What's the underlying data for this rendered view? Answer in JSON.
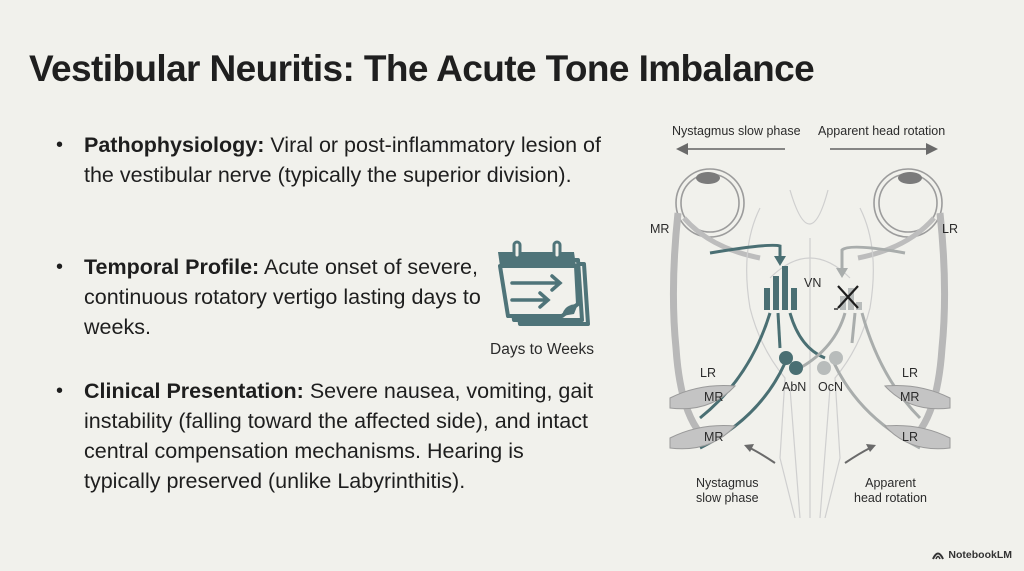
{
  "slide": {
    "title": "Vestibular Neuritis: The Acute Tone Imbalance",
    "bullets": [
      {
        "term": "Pathophysiology:",
        "text": " Viral or post-inflammatory lesion of the vestibular nerve (typically the superior division)."
      },
      {
        "term": "Temporal Profile:",
        "text": " Acute onset of severe, continuous rotatory vertigo lasting days to weeks."
      },
      {
        "term": "Clinical Presentation:",
        "text": " Severe nausea, vomiting, gait instability (falling toward the affected side), and intact central compensation mechanisms. Hearing is typically preserved (unlike Labyrinthitis)."
      }
    ],
    "calendar": {
      "icon": "calendar-arrows-icon",
      "label": "Days to Weeks",
      "color": "#4f7479"
    }
  },
  "diagram": {
    "top_left_arrow_label": "Nystagmus slow phase",
    "top_right_arrow_label": "Apparent head rotation",
    "bottom_left_label_line1": "Nystagmus",
    "bottom_left_label_line2": "slow phase",
    "bottom_right_label_line1": "Apparent",
    "bottom_right_label_line2": "head rotation",
    "left_eye_label": "MR",
    "right_eye_label": "LR",
    "nucleus_label": "VN",
    "abducens_label": "AbN",
    "oculomotor_label": "OcN",
    "muscles": {
      "left_upper_lr": "LR",
      "left_upper_mr": "MR",
      "left_lower_mr": "MR",
      "right_upper_lr": "LR",
      "right_upper_mr": "MR",
      "right_lower_lr": "LR"
    },
    "colors": {
      "active": "#4a6f73",
      "lesioned": "#b3b7b6",
      "muscle": "#bcbcbc"
    }
  },
  "watermark": {
    "label": "NotebookLM"
  }
}
